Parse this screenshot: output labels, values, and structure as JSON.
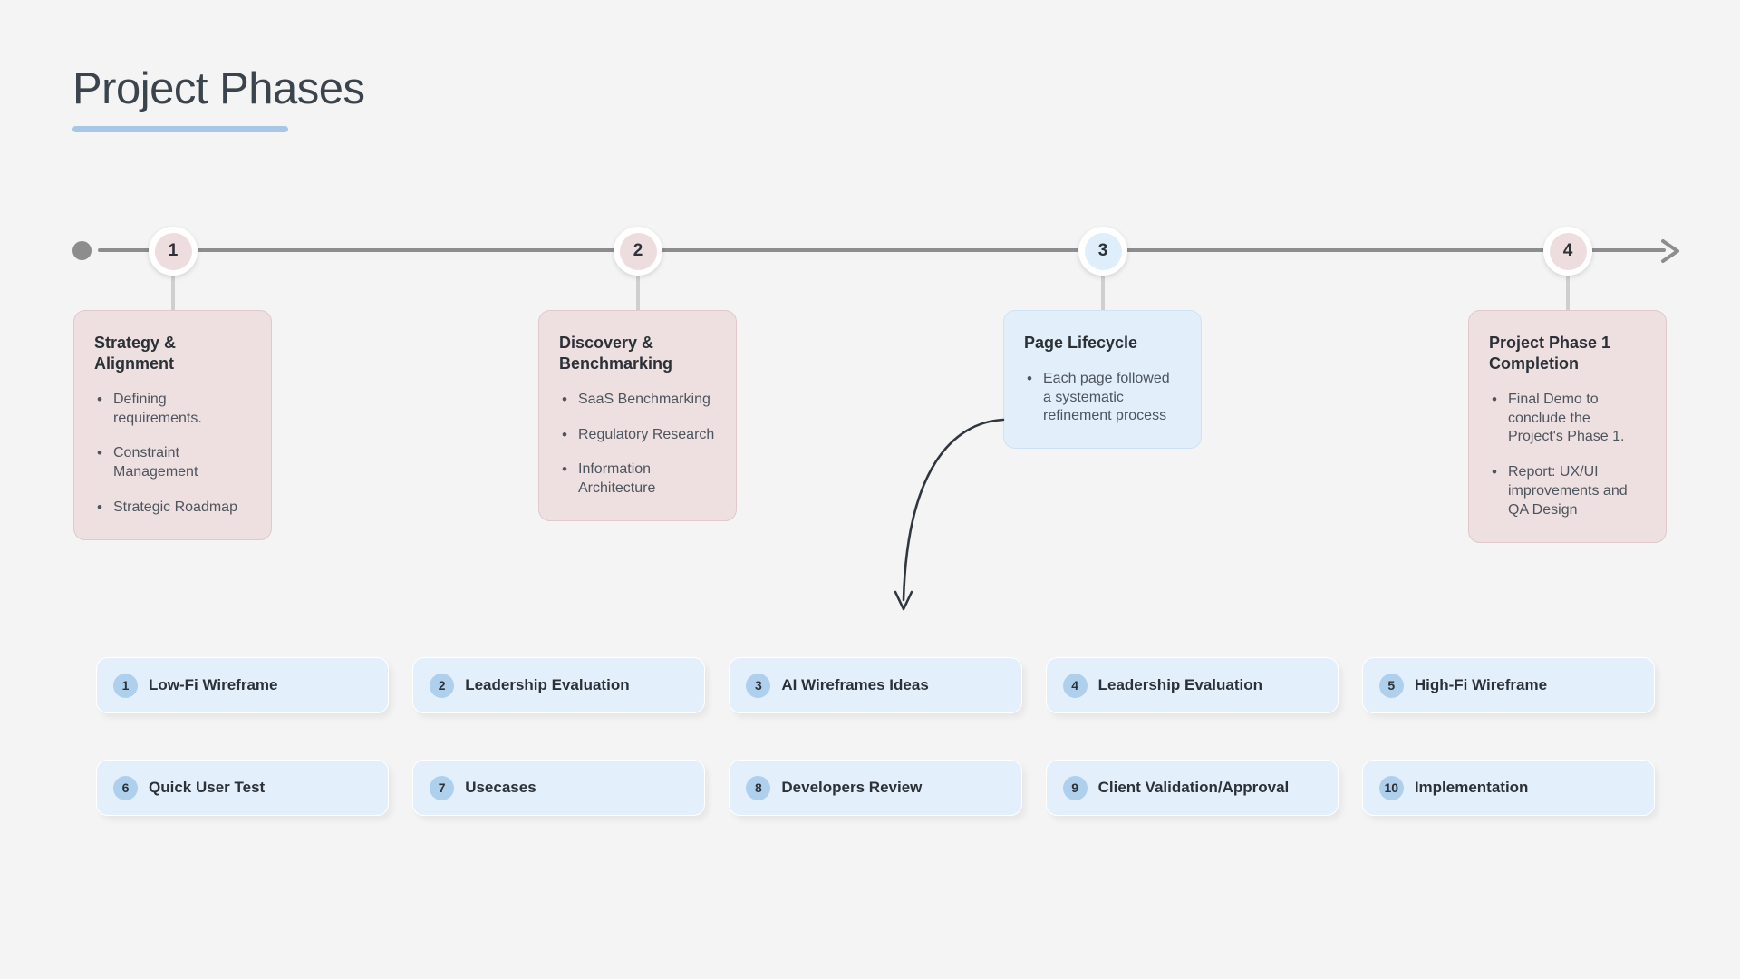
{
  "header": {
    "title": "Project Phases",
    "accent_color": "#a7c7e7"
  },
  "timeline": {
    "markers": [
      {
        "number": "1",
        "variant": "rose"
      },
      {
        "number": "2",
        "variant": "rose"
      },
      {
        "number": "3",
        "variant": "blue"
      },
      {
        "number": "4",
        "variant": "rose"
      }
    ],
    "start_dot_color": "#8d8d8d",
    "line_color": "#8d8d8d",
    "end_icon": "arrow-right-icon"
  },
  "phases": [
    {
      "title": "Strategy & Alignment",
      "variant": "rose",
      "bullets": [
        "Defining requirements.",
        "Constraint Management",
        "Strategic Roadmap"
      ]
    },
    {
      "title": "Discovery & Benchmarking",
      "variant": "rose",
      "bullets": [
        "SaaS Benchmarking",
        "Regulatory Research",
        "Information Architecture"
      ]
    },
    {
      "title": "Page Lifecycle",
      "variant": "blue",
      "bullets": [
        "Each page followed a systematic refinement process"
      ]
    },
    {
      "title": "Project Phase 1 Completion",
      "variant": "rose",
      "bullets": [
        "Final Demo to conclude the Project's Phase 1.",
        "Report: UX/UI improvements and QA Design"
      ]
    }
  ],
  "connector": {
    "icon": "curved-arrow-down-icon",
    "color": "#2f3640"
  },
  "steps": [
    {
      "number": "1",
      "label": "Low-Fi Wireframe"
    },
    {
      "number": "2",
      "label": "Leadership Evaluation"
    },
    {
      "number": "3",
      "label": "AI Wireframes Ideas"
    },
    {
      "number": "4",
      "label": "Leadership Evaluation"
    },
    {
      "number": "5",
      "label": "High-Fi Wireframe"
    },
    {
      "number": "6",
      "label": "Quick User Test"
    },
    {
      "number": "7",
      "label": "Usecases"
    },
    {
      "number": "8",
      "label": "Developers Review"
    },
    {
      "number": "9",
      "label": "Client Validation/Approval"
    },
    {
      "number": "10",
      "label": "Implementation"
    }
  ],
  "colors": {
    "background": "#f4f4f4",
    "rose_card": "#eee0e1",
    "blue_card": "#e2effb",
    "chip_bg": "#e3effb",
    "badge_bg": "#afd0ed",
    "text_dark": "#2c3138"
  }
}
